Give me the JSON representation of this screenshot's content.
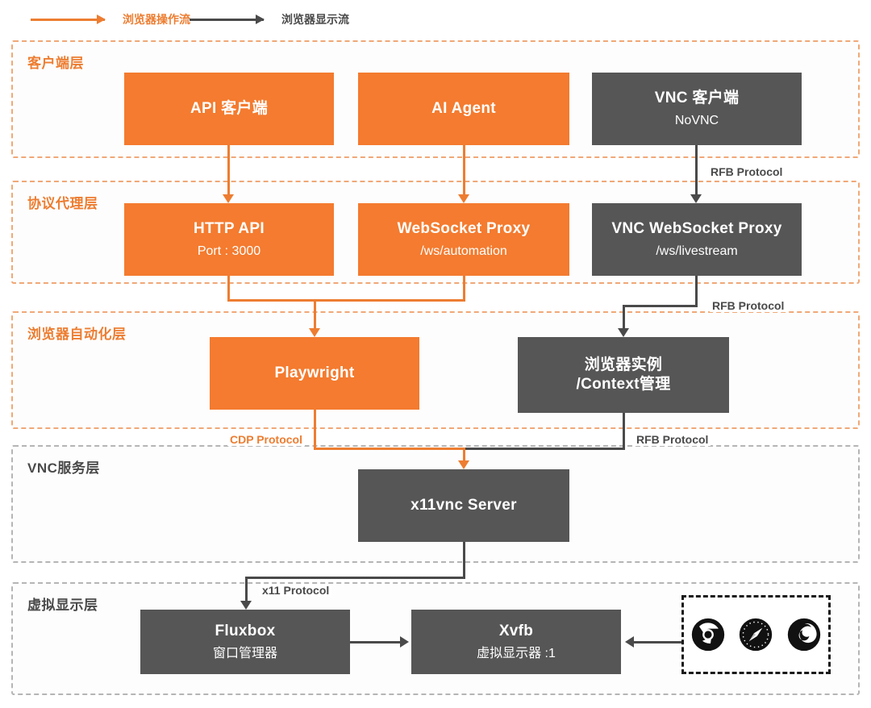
{
  "legend": {
    "items": [
      {
        "label": "浏览器操作流",
        "color": "#ED7D31",
        "icon": "arrow-right-icon"
      },
      {
        "label": "浏览器显示流",
        "color": "#4A4A4A",
        "icon": "arrow-right-icon"
      }
    ]
  },
  "layers": [
    {
      "id": "client",
      "title": "客户端层",
      "border": "#F0A877"
    },
    {
      "id": "proxy",
      "title": "协议代理层",
      "border": "#F0A877"
    },
    {
      "id": "automation",
      "title": "浏览器自动化层",
      "border": "#F0A877"
    },
    {
      "id": "vnc",
      "title": "VNC服务层",
      "border": "#B5B5B5"
    },
    {
      "id": "display",
      "title": "虚拟显示层",
      "border": "#B5B5B5"
    }
  ],
  "nodes": [
    {
      "id": "api-client",
      "title": "API 客户端",
      "sub": "",
      "color": "#F47B2F"
    },
    {
      "id": "ai-agent",
      "title": "AI Agent",
      "sub": "",
      "color": "#F47B2F"
    },
    {
      "id": "vnc-client",
      "title": "VNC 客户端",
      "sub": "NoVNC",
      "color": "#565656"
    },
    {
      "id": "http-api",
      "title": "HTTP API",
      "sub": "Port : 3000",
      "color": "#F47B2F"
    },
    {
      "id": "ws-proxy",
      "title": "WebSocket Proxy",
      "sub": "/ws/automation",
      "color": "#F47B2F"
    },
    {
      "id": "vnc-ws-proxy",
      "title": "VNC WebSocket Proxy",
      "sub": "/ws/livestream",
      "color": "#565656"
    },
    {
      "id": "playwright",
      "title": "Playwright",
      "sub": "",
      "color": "#F47B2F"
    },
    {
      "id": "browser-context",
      "title": "浏览器实例",
      "sub": "/Context管理",
      "color": "#565656"
    },
    {
      "id": "x11vnc",
      "title": "x11vnc Server",
      "sub": "",
      "color": "#565656"
    },
    {
      "id": "fluxbox",
      "title": "Fluxbox",
      "sub": "窗口管理器",
      "color": "#565656"
    },
    {
      "id": "xvfb",
      "title": "Xvfb",
      "sub": "虚拟显示器 :1",
      "color": "#565656"
    }
  ],
  "edge_labels": {
    "rfb_client": "RFB Protocol",
    "rfb_proxy": "RFB Protocol",
    "cdp": "CDP Protocol",
    "rfb_browser": "RFB Protocol",
    "x11": "x11 Protocol"
  },
  "browsers": [
    {
      "id": "chrome",
      "icon": "chrome-icon"
    },
    {
      "id": "safari",
      "icon": "safari-icon"
    },
    {
      "id": "firefox",
      "icon": "firefox-icon"
    }
  ],
  "colors": {
    "orange": "#F47B2F",
    "orange_line": "#ED7D31",
    "gray_box": "#565656",
    "gray_line": "#4A4A4A",
    "layer_border_orange": "#F0A877",
    "layer_border_gray": "#B5B5B5"
  }
}
